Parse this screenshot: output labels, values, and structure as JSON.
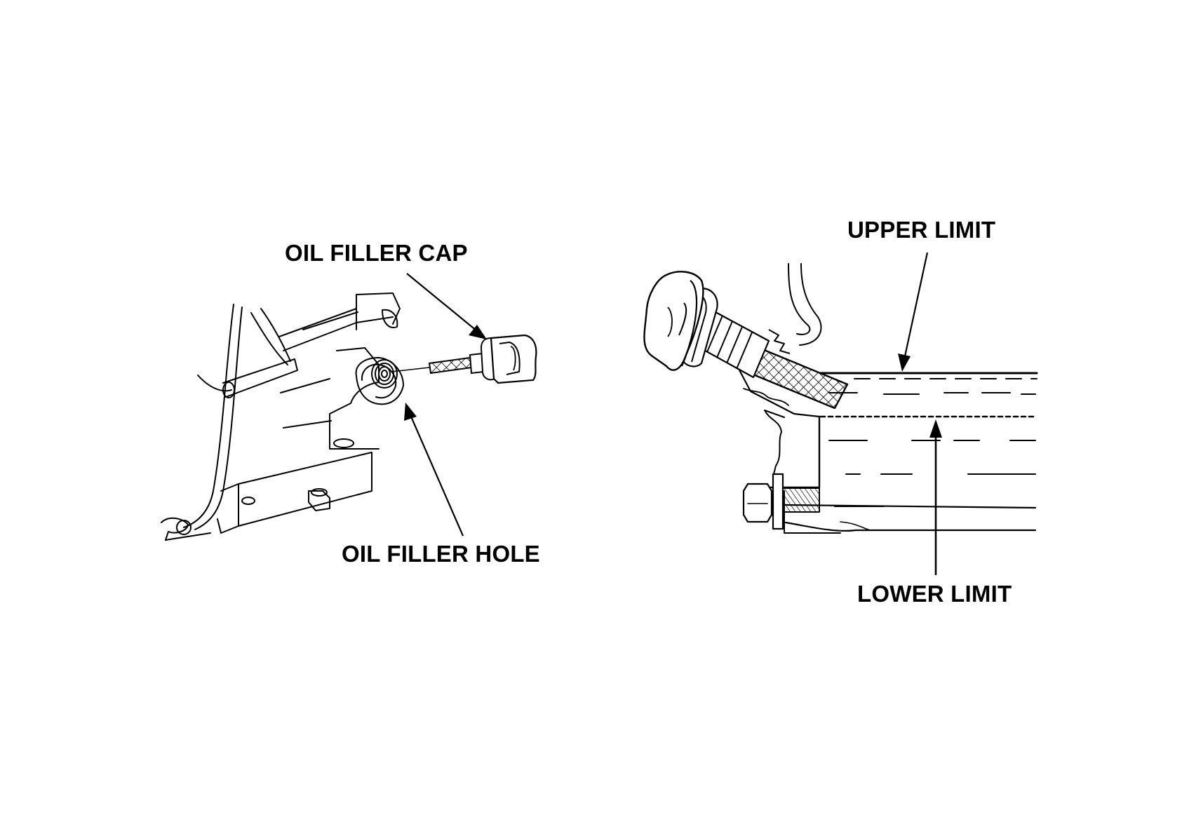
{
  "left_figure": {
    "labels": {
      "oil_filler_cap": "OIL FILLER CAP",
      "oil_filler_hole": "OIL FILLER HOLE"
    }
  },
  "right_figure": {
    "labels": {
      "upper_limit": "UPPER LIMIT",
      "lower_limit": "LOWER LIMIT"
    }
  }
}
